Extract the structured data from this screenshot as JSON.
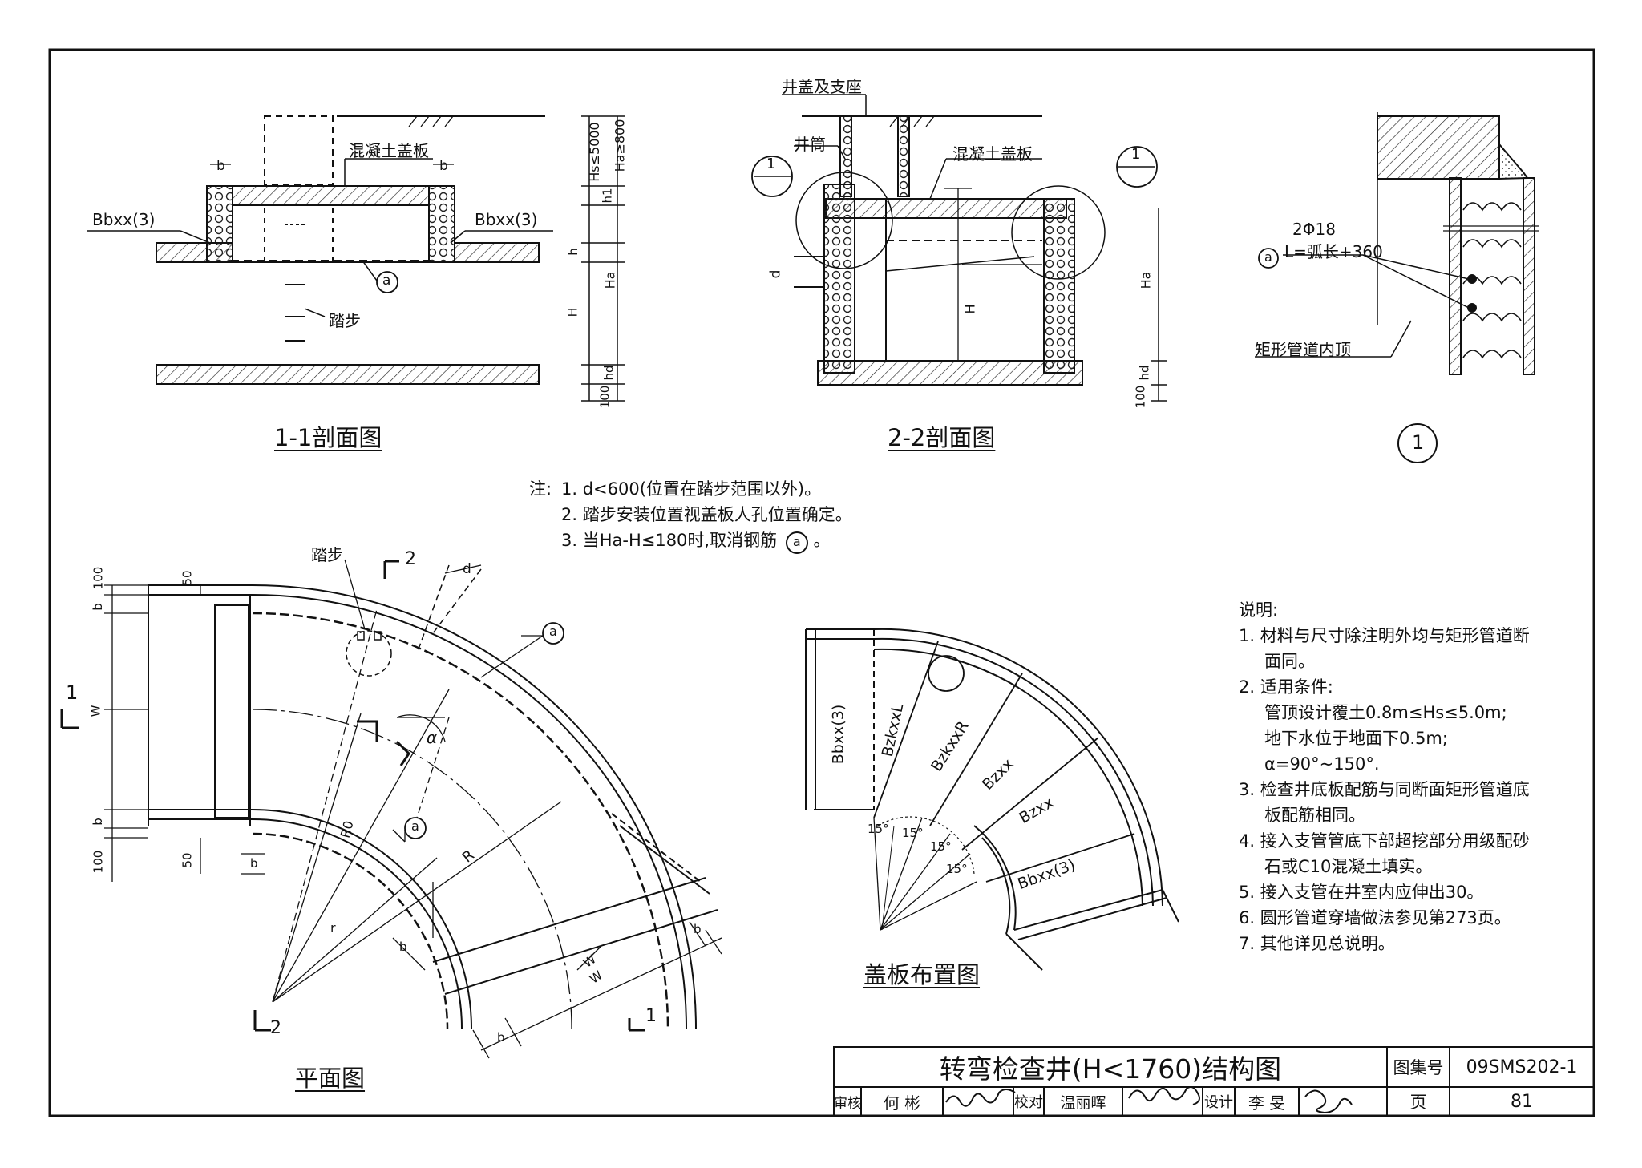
{
  "drawing": {
    "sections": {
      "s11_title": "1-1剖面图",
      "s22_title": "2-2剖面图",
      "plan_title": "平面图",
      "cover_title": "盖板布置图",
      "detail_title": "1"
    },
    "labels_s11": {
      "cover_slab": "混凝土盖板",
      "left_slab": "Bbxx(3)",
      "right_slab": "Bbxx(3)",
      "step": "踏步",
      "rebar_a": "a",
      "b_left": "b",
      "b_right": "b",
      "dim_hs": "Hs≤5000",
      "dim_ha800": "Ha≥800",
      "dim_h1": "h1",
      "dim_h": "h",
      "dim_ha": "Ha",
      "dim_H": "H",
      "dim_hd": "hd",
      "dim_100": "100"
    },
    "labels_s22": {
      "cover_support": "井盖及支座",
      "shaft": "井筒",
      "cover_slab": "混凝土盖板",
      "detail_ref_left": "1",
      "detail_ref_right": "1",
      "dim_d": "d",
      "dim_H": "H",
      "dim_ha": "Ha",
      "dim_hd": "hd",
      "dim_100": "100"
    },
    "labels_detail": {
      "rebar_spec": "2Φ18",
      "rebar_len": "L=弧长+360",
      "rebar_a": "a",
      "pipe_top": "矩形管道内顶"
    },
    "notes": {
      "head": "注:",
      "items": [
        "1. d<600(位置在踏步范围以外)。",
        "2. 踏步安装位置视盖板人孔位置确定。",
        "3. 当Ha-H≤180时,取消钢筋"
      ],
      "a_mark": "a",
      "tail": "。"
    },
    "labels_plan": {
      "step": "踏步",
      "sec1_top": "1",
      "sec2_top": "2",
      "sec1_bot": "1",
      "sec2_bot": "2",
      "rebar_a1": "a",
      "rebar_a2": "a",
      "alpha": "α",
      "R0": "R0",
      "R": "R",
      "r": "r",
      "W_left": "W",
      "W_right": "W",
      "W_bottom": "W",
      "d": "d",
      "b1": "b",
      "b2": "b",
      "b3": "b",
      "b4": "b",
      "b5": "b",
      "b6": "b",
      "dim100_top": "100",
      "dim100_bot": "100",
      "dim50_top": "50",
      "dim50_bot": "50"
    },
    "labels_cover": {
      "bbxx_left": "Bbxx(3)",
      "bzl": "BzkxxL",
      "bzr": "BzkxxR",
      "bz1": "Bzxx",
      "bz2": "Bzxx",
      "bbxx_bottom": "Bbxx(3)",
      "angles": [
        "15°",
        "15°",
        "15°",
        "15°"
      ]
    },
    "explanation": {
      "head": "说明:",
      "lines": [
        "1. 材料与尺寸除注明外均与矩形管道断",
        "面同。",
        "2. 适用条件:",
        "管顶设计覆土0.8m≤Hs≤5.0m;",
        "地下水位于地面下0.5m;",
        "α=90°~150°.",
        "3. 检查井底板配筋与同断面矩形管道底",
        "板配筋相同。",
        "4. 接入支管管底下部超挖部分用级配砂",
        "石或C10混凝土填实。",
        "5. 接入支管在井室内应伸出30。",
        "6. 圆形管道穿墙做法参见第273页。",
        "7. 其他详见总说明。"
      ]
    },
    "title_block": {
      "main_title": "转弯检查井(H<1760)结构图",
      "atlas_label": "图集号",
      "atlas_no": "09SMS202-1",
      "reviewer_label": "审核",
      "reviewer": "何 彬",
      "checker_label": "校对",
      "checker": "温丽晖",
      "designer_label": "设计",
      "designer": "李 旻",
      "page_label": "页",
      "page_no": "81"
    }
  }
}
